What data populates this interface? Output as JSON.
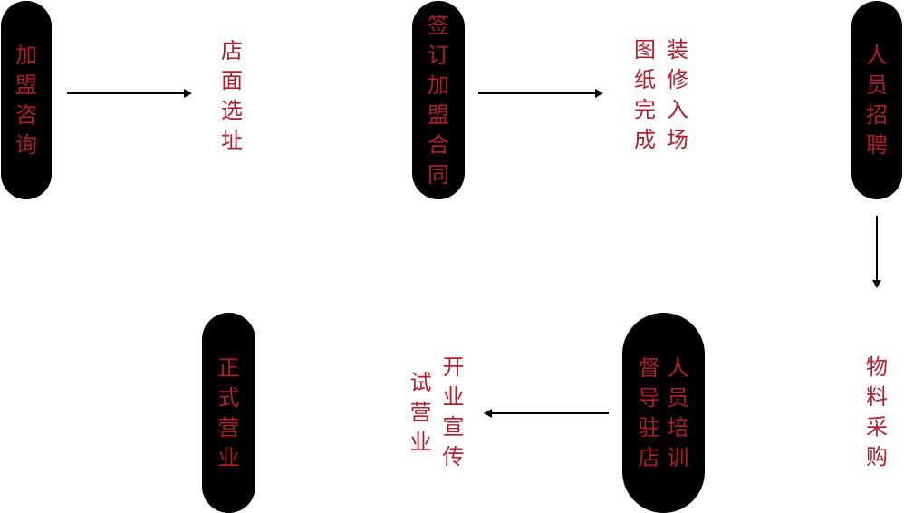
{
  "colors": {
    "pill_bg": "#000000",
    "text": "#b01e2c",
    "arrow": "#000000"
  },
  "steps": {
    "consult": {
      "columns": [
        "加盟咨询"
      ]
    },
    "site": {
      "columns": [
        "店面选址"
      ]
    },
    "contract": {
      "columns": [
        "签订加盟合同"
      ]
    },
    "decor": {
      "columns": [
        "装修入场",
        "图纸完成"
      ]
    },
    "recruit": {
      "columns": [
        "人员招聘"
      ]
    },
    "purchase": {
      "columns": [
        "物料采购"
      ]
    },
    "training": {
      "columns": [
        "人员培训",
        "督导驻店"
      ]
    },
    "promo": {
      "columns": [
        "开业宣传",
        "试营业"
      ]
    },
    "opening": {
      "columns": [
        "正式营业"
      ]
    }
  }
}
